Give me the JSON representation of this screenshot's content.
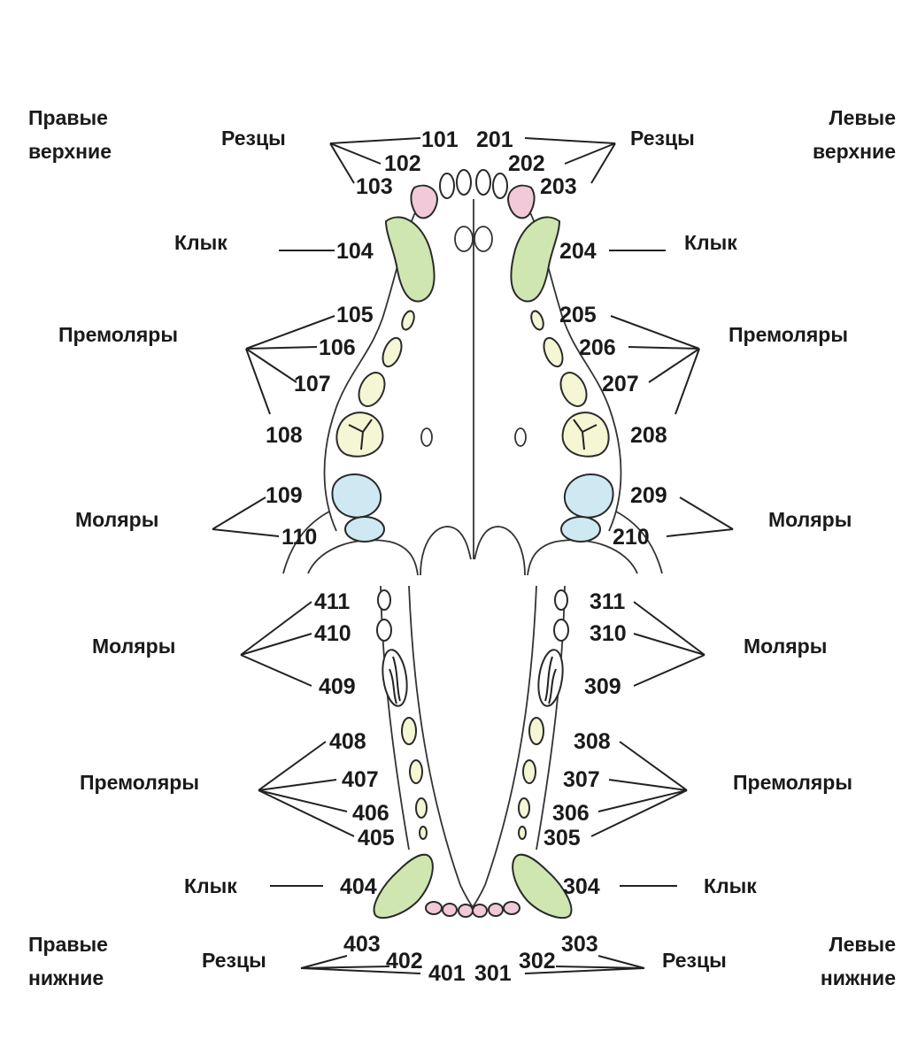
{
  "colors": {
    "incisor": "#f2c9d8",
    "canine": "#cfe6b0",
    "premolar": "#f4f6d4",
    "molar": "#cfe9f2",
    "outline": "#2a2a2a"
  },
  "labels": {
    "right_upper": [
      "Правые",
      "верхние"
    ],
    "left_upper": [
      "Левые",
      "верхние"
    ],
    "right_lower": [
      "Правые",
      "нижние"
    ],
    "left_lower": [
      "Левые",
      "нижние"
    ],
    "incisors": "Резцы",
    "canine": "Клык",
    "premolars": "Премоляры",
    "molars": "Моляры"
  },
  "upper_right": {
    "incisors": [
      "101",
      "102",
      "103"
    ],
    "canine": "104",
    "premolars": [
      "105",
      "106",
      "107",
      "108"
    ],
    "molars": [
      "109",
      "110"
    ]
  },
  "upper_left": {
    "incisors": [
      "201",
      "202",
      "203"
    ],
    "canine": "204",
    "premolars": [
      "205",
      "206",
      "207",
      "208"
    ],
    "molars": [
      "209",
      "210"
    ]
  },
  "lower_left": {
    "molars": [
      "311",
      "310",
      "309"
    ],
    "premolars": [
      "308",
      "307",
      "306",
      "305"
    ],
    "canine": "304",
    "incisors": [
      "303",
      "302",
      "301"
    ]
  },
  "lower_right": {
    "molars": [
      "411",
      "410",
      "409"
    ],
    "premolars": [
      "408",
      "407",
      "406",
      "405"
    ],
    "canine": "404",
    "incisors": [
      "403",
      "402",
      "401"
    ]
  }
}
